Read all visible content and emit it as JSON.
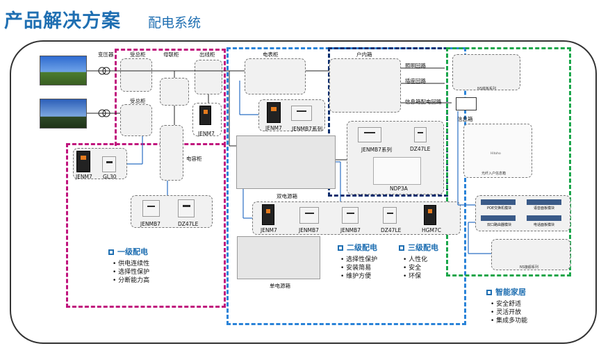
{
  "header": {
    "title": "产品解决方案",
    "subtitle": "配电系统"
  },
  "labels": {
    "transformer": "变压器",
    "incoming_cabinet_1": "受总柜",
    "incoming_cabinet_2": "受总柜",
    "bus_tie_cabinet": "母联柜",
    "outgoing_cabinet": "出线柜",
    "capacitor_cabinet": "电容柜",
    "meter_cabinet": "电表柜",
    "household_box": "户内箱",
    "dual_power_box": "双电源箱",
    "single_power_box": "单电源箱",
    "info_box": "信息箱",
    "lighting_circuit": "照明回路",
    "socket_circuit": "插座回路",
    "info_box_circuit": "信息箱配电回路",
    "fiber_box": "光纤入户信息箱",
    "ns_panel_1": "NS底板系列",
    "ns_panel_2": "NS旗舰系列"
  },
  "devices": {
    "jenm7_a": "JENM7",
    "gl30": "GL30",
    "jenm7_b": "JENM7",
    "jenmb7_a": "JENMB7",
    "dz47le_a": "DZ47LE",
    "jenm7_c": "JENM7",
    "jenmb7_series_a": "JENMB7系列",
    "jenmb7_series_b": "JENMB7系列",
    "dz47le_b": "DZ47LE",
    "ndp3a": "NDP3A",
    "jenm7_d": "JENM7",
    "jenmb7_b": "JENMB7",
    "jenmb7_c": "JENMB7",
    "dz47le_c": "DZ47LE",
    "hgm7c": "HGM7C",
    "poe_module": "POE交换机模块",
    "tel_module": "语音面板模块",
    "router_module": "双口路由器模块",
    "tv_module": "电话面板模块",
    "info_brand": "Hitoho"
  },
  "sections": {
    "level1": {
      "title": "一级配电",
      "points": [
        "供电连续性",
        "选择性保护",
        "分断能力高"
      ]
    },
    "level2": {
      "title": "二级配电",
      "points": [
        "选择性保护",
        "安装简易",
        "维护方便"
      ]
    },
    "level3": {
      "title": "三级配电",
      "points": [
        "人性化",
        "安全",
        "环保"
      ]
    },
    "smart_home": {
      "title": "智能家居",
      "points": [
        "安全舒适",
        "灵活开放",
        "集成多功能"
      ]
    }
  },
  "colors": {
    "accent": "#1f6fb2",
    "level1": "#c0147d",
    "level2": "#2a83d8",
    "level3": "#0c2e6e",
    "smart": "#1aa64a"
  }
}
